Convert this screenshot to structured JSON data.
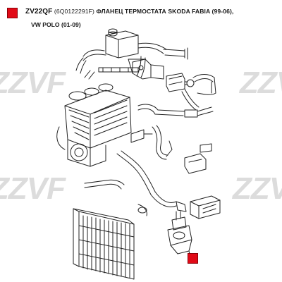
{
  "header": {
    "part_code": "ZV22QF",
    "oem_number": "(6Q0122291F)",
    "description": "ФЛАНЕЦ ТЕРМОСТАТА SKODA FABIA (99-06),",
    "description_line2": "VW POLO (01-09)"
  },
  "watermark": {
    "text": "ZZVF"
  },
  "colors": {
    "marker": "#e10a17",
    "line": "#222222",
    "watermark": "#d9d9d9"
  }
}
